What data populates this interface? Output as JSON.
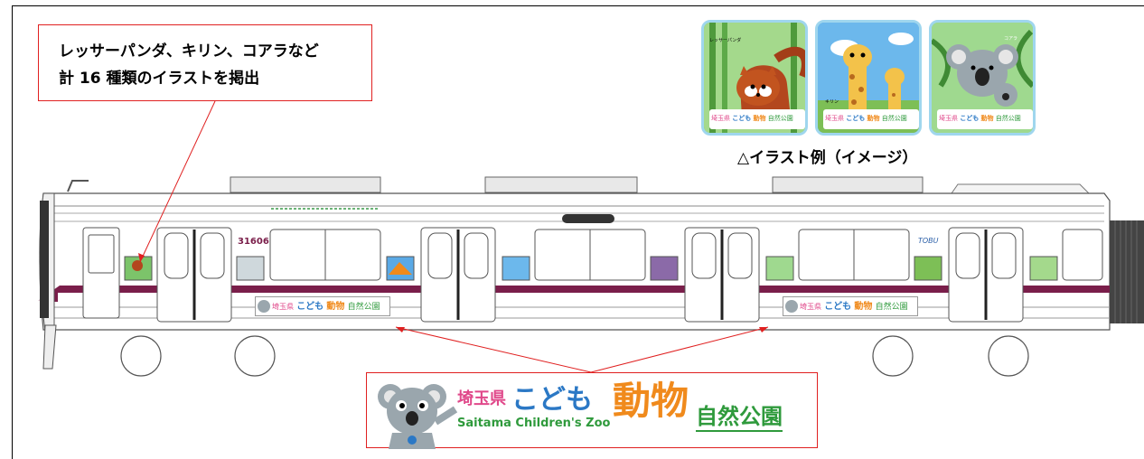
{
  "callout": {
    "line1": "レッサーパンダ、キリン、コアラなど",
    "line2": "計 16 種類のイラストを掲出"
  },
  "illustration_examples": {
    "caption": "△イラスト例（イメージ）",
    "tiles": [
      {
        "animal": "レッサーパンダ",
        "icon": "red-panda-icon",
        "bg": "#7cc46a"
      },
      {
        "animal": "キリン",
        "icon": "giraffe-icon",
        "bg": "#5aa9e6"
      },
      {
        "animal": "コアラ",
        "icon": "koala-icon",
        "bg": "#8fd081"
      }
    ],
    "tile_logo_prefecture": "埼玉県",
    "tile_logo_kodomo": "こども",
    "tile_logo_dobutsu": "動物",
    "tile_logo_park": "自然公園"
  },
  "train": {
    "car_number": "31606",
    "line_color": "#7a1e4a",
    "brand_mark": "TOBU"
  },
  "zoo_logo": {
    "prefecture": "埼玉県",
    "kodomo": "こども",
    "dobutsu": "動物",
    "park": "自然公園",
    "english": "Saitama Children's Zoo",
    "icon": "koala-mascot-icon"
  },
  "colors": {
    "callout_border": "#e02020",
    "tile_border": "#9fd6ee",
    "logo_pink": "#e0488a",
    "logo_orange": "#f08a1c",
    "logo_blue": "#2b78c5",
    "logo_green": "#2f9a3c"
  }
}
